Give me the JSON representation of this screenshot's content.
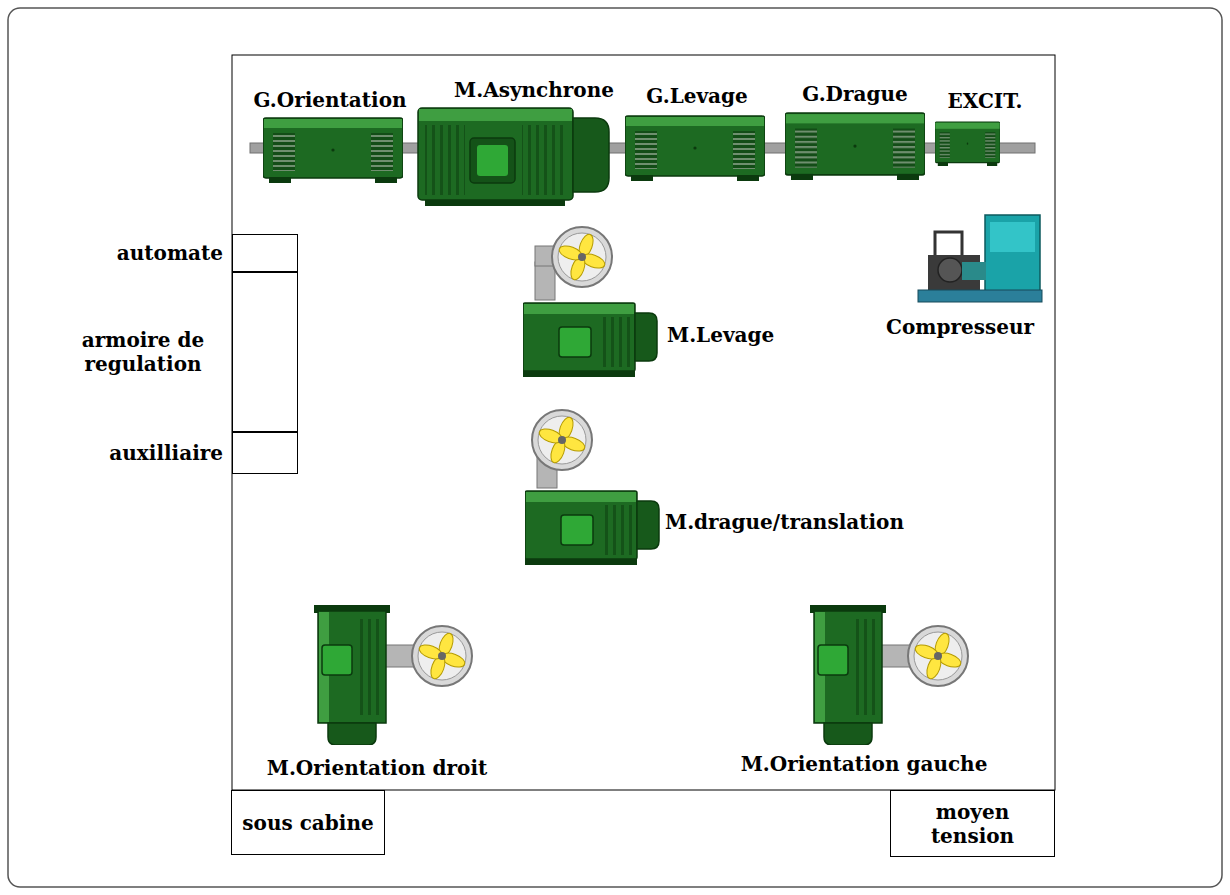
{
  "diagram": {
    "nodes": [
      {
        "text": [
          "automate"
        ]
      },
      {
        "text": [
          "armoire de regulation"
        ]
      },
      {
        "text": [
          "auxilliaire"
        ]
      },
      {
        "text": [
          "sous cabine"
        ]
      },
      {
        "text": [
          "moyen tension"
        ]
      }
    ],
    "labels": [
      "G.Orientation",
      "M.Asynchrone",
      "G.Levage",
      "G.Drague",
      "EXCIT.",
      "M.Levage",
      "Compresseur",
      "M.drague/translation",
      "M.Orientation droit",
      "M.Orientation gauche"
    ]
  }
}
